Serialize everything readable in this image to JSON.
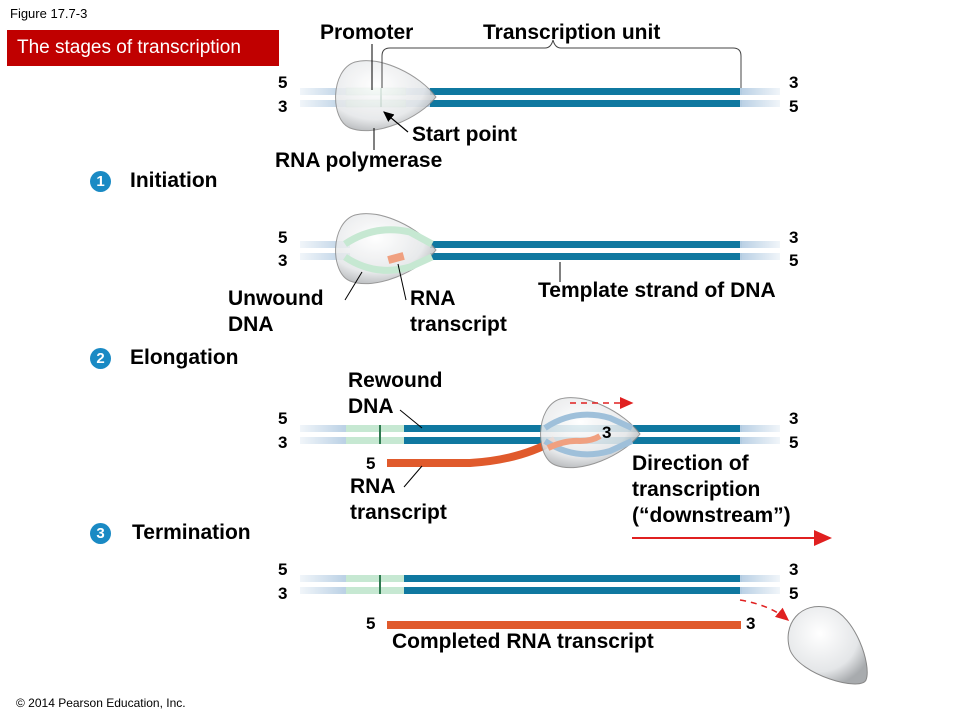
{
  "figure_label": "Figure 17.7-3",
  "title": "The stages of transcription",
  "colors": {
    "title_bg": "#c00000",
    "dna_dark": "#0f78a0",
    "dna_light": "#b8cfe4",
    "promoter": "#c6e8d2",
    "rna": "#e05a2c",
    "arrow_red": "#e02020",
    "step_badge": "#1a8ac4"
  },
  "top": {
    "promoter_label": "Promoter",
    "transcription_unit_label": "Transcription unit",
    "start_point_label": "Start point",
    "rna_polymerase_label": "RNA polymerase",
    "left_top_end": "5",
    "left_bottom_end": "3",
    "right_top_end": "3",
    "right_bottom_end": "5"
  },
  "stages": [
    {
      "number": "1",
      "name": "Initiation",
      "unwound_dna_label": [
        "Unwound",
        "DNA"
      ],
      "rna_transcript_label": [
        "RNA",
        "transcript"
      ],
      "template_strand_label": "Template strand of DNA",
      "ends": [
        "5",
        "3",
        "3",
        "5"
      ]
    },
    {
      "number": "2",
      "name": "Elongation",
      "rewound_dna_label": [
        "Rewound",
        "DNA"
      ],
      "rna_transcript_label": [
        "RNA",
        "transcript"
      ],
      "rna_5_end": "5",
      "rna_3_end": "3",
      "direction_label": [
        "Direction of",
        "transcription",
        "(“downstream”)"
      ],
      "ends": [
        "5",
        "3",
        "3",
        "5"
      ]
    },
    {
      "number": "3",
      "name": "Termination",
      "completed_label": "Completed RNA transcript",
      "rna_5_end": "5",
      "rna_3_end": "3",
      "ends": [
        "5",
        "3",
        "3",
        "5"
      ]
    }
  ],
  "copyright": "© 2014 Pearson Education, Inc."
}
